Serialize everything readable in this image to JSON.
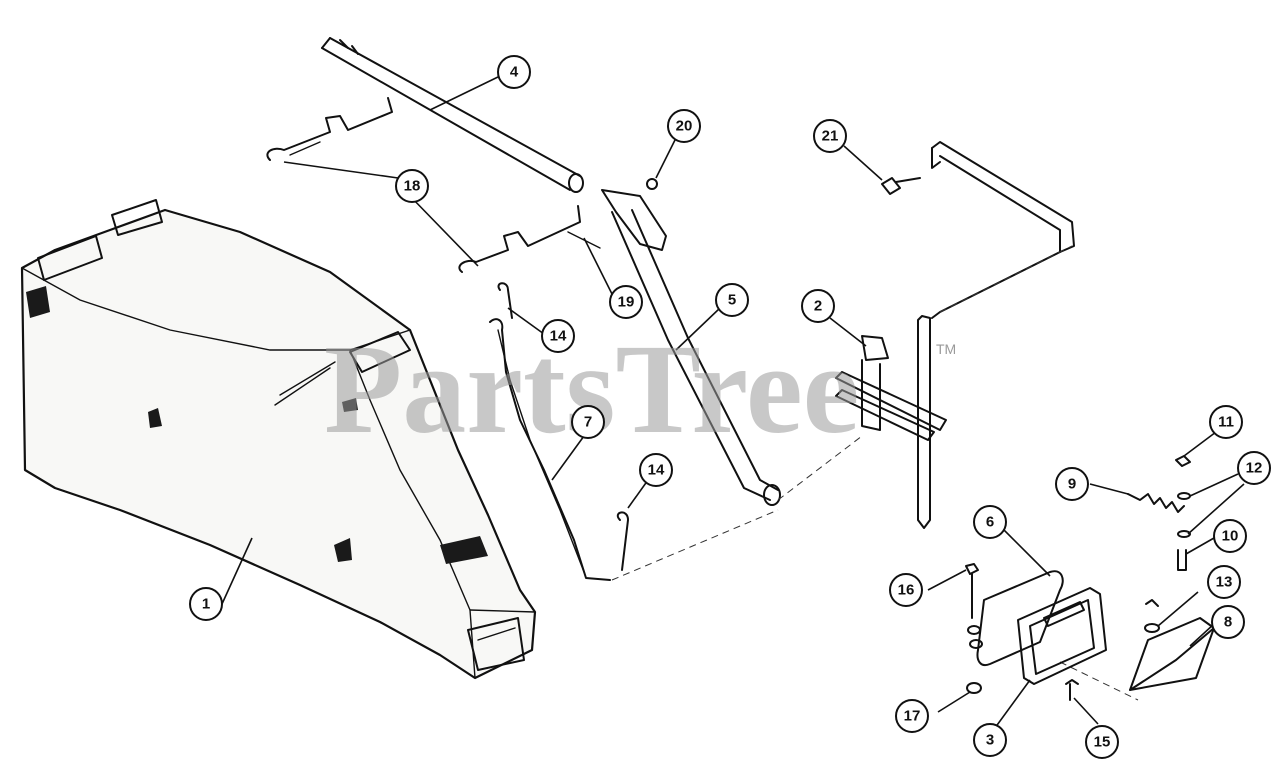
{
  "watermark": {
    "brand": "PartsTree",
    "trademark": "TM"
  },
  "callouts": [
    {
      "id": "c1",
      "label": "1"
    },
    {
      "id": "c2",
      "label": "2"
    },
    {
      "id": "c3",
      "label": "3"
    },
    {
      "id": "c4",
      "label": "4"
    },
    {
      "id": "c5",
      "label": "5"
    },
    {
      "id": "c6",
      "label": "6"
    },
    {
      "id": "c7",
      "label": "7"
    },
    {
      "id": "c8",
      "label": "8"
    },
    {
      "id": "c9",
      "label": "9"
    },
    {
      "id": "c10",
      "label": "10"
    },
    {
      "id": "c11",
      "label": "11"
    },
    {
      "id": "c12",
      "label": "12"
    },
    {
      "id": "c13",
      "label": "13"
    },
    {
      "id": "c14a",
      "label": "14"
    },
    {
      "id": "c14b",
      "label": "14"
    },
    {
      "id": "c15",
      "label": "15"
    },
    {
      "id": "c16",
      "label": "16"
    },
    {
      "id": "c17",
      "label": "17"
    },
    {
      "id": "c18",
      "label": "18"
    },
    {
      "id": "c19",
      "label": "19"
    },
    {
      "id": "c20",
      "label": "20"
    },
    {
      "id": "c21",
      "label": "21"
    }
  ]
}
